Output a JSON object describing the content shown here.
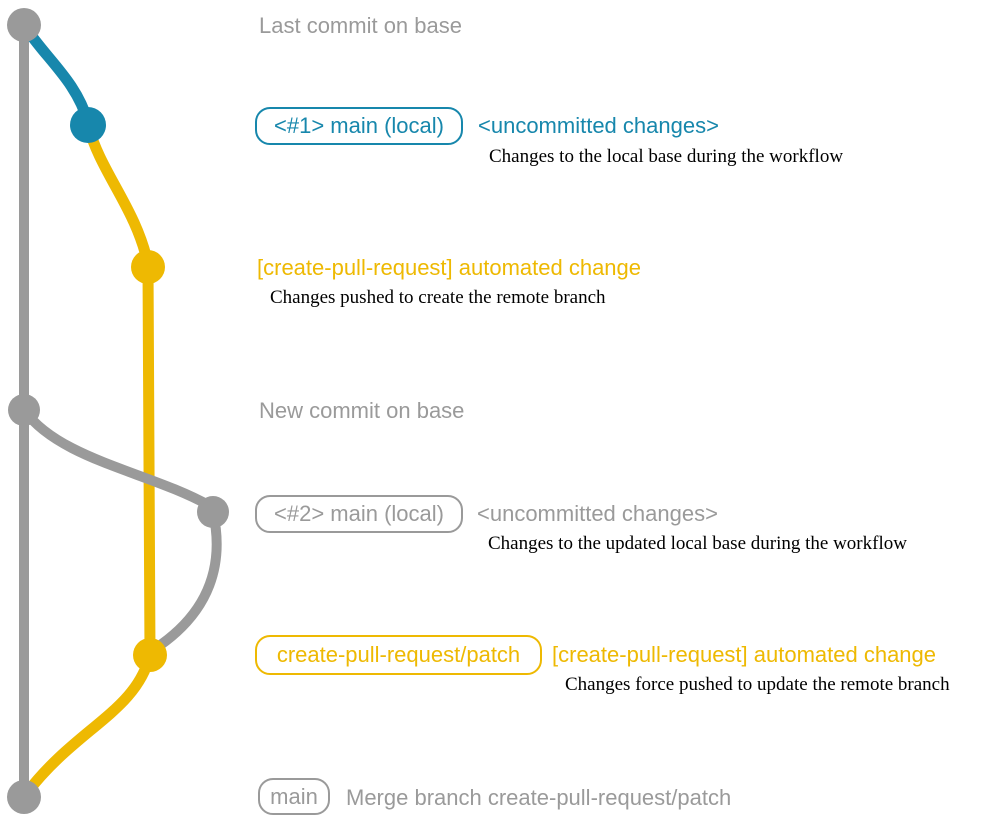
{
  "colors": {
    "gray": "#9a9a9a",
    "blue": "#1787ac",
    "yellow": "#eeb902",
    "ink": "#000000",
    "bg": "#ffffff"
  },
  "annotations": {
    "top": {
      "label": "Last commit on base"
    },
    "uncommitted_1": {
      "badge": "<#1> main (local)",
      "heading": "<uncommitted changes>",
      "note": "Changes to the local base during the workflow"
    },
    "automated_1": {
      "heading": "[create-pull-request] automated change",
      "note": "Changes pushed to create the remote branch"
    },
    "new_commit": {
      "label": "New commit on base"
    },
    "uncommitted_2": {
      "badge": "<#2> main (local)",
      "heading": "<uncommitted changes>",
      "note": "Changes to the updated local base during the workflow"
    },
    "automated_2": {
      "badge": "create-pull-request/patch",
      "heading": "[create-pull-request] automated change",
      "note": "Changes force pushed to update the remote branch"
    },
    "merge": {
      "badge": "main",
      "label": "Merge branch create-pull-request/patch"
    }
  }
}
